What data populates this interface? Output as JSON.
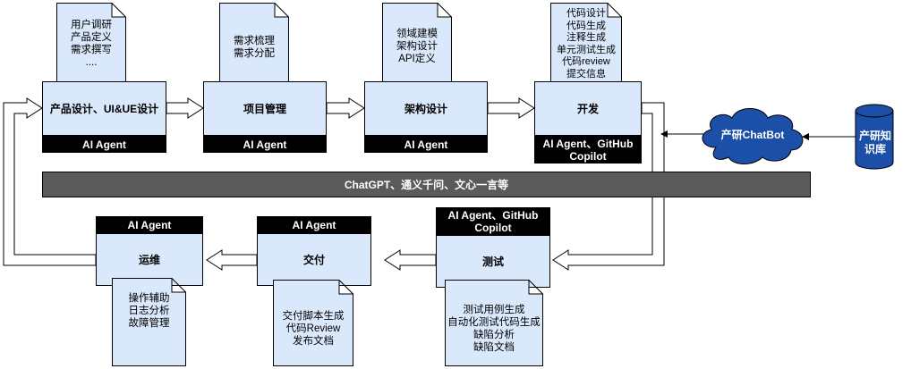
{
  "top_stages": [
    {
      "title": "产品设计、UI&UE设计",
      "agent": "AI Agent",
      "notes": [
        "用户调研",
        "产品定义",
        "需求撰写",
        "...."
      ]
    },
    {
      "title": "项目管理",
      "agent": "AI Agent",
      "notes": [
        "需求梳理",
        "需求分配"
      ]
    },
    {
      "title": "架构设计",
      "agent": "AI Agent",
      "notes": [
        "领域建模",
        "架构设计",
        "API定义"
      ]
    },
    {
      "title": "开发",
      "agent": "AI Agent、GitHub Copilot",
      "notes": [
        "代码设计",
        "代码生成",
        "注释生成",
        "单元测试生成",
        "代码review",
        "提交信息"
      ]
    }
  ],
  "bottom_stages": [
    {
      "title": "测试",
      "agent": "AI Agent、GitHub Copilot",
      "notes": [
        "测试用例生成",
        "自动化测试代码生成",
        "缺陷分析",
        "缺陷文档"
      ]
    },
    {
      "title": "交付",
      "agent": "AI Agent",
      "notes": [
        "交付脚本生成",
        "代码Review",
        "发布文档"
      ]
    },
    {
      "title": "运维",
      "agent": "AI Agent",
      "notes": [
        "操作辅助",
        "日志分析",
        "故障管理"
      ]
    }
  ],
  "llm_bar": "ChatGPT、通义千问、文心一言等",
  "chatbot": "产研ChatBot",
  "knowledge_base": "产研知识库",
  "colors": {
    "box_fill": "#dae8fc",
    "band": "#000000",
    "bar": "#5a5a5a",
    "blue": "#1b4fa8"
  }
}
